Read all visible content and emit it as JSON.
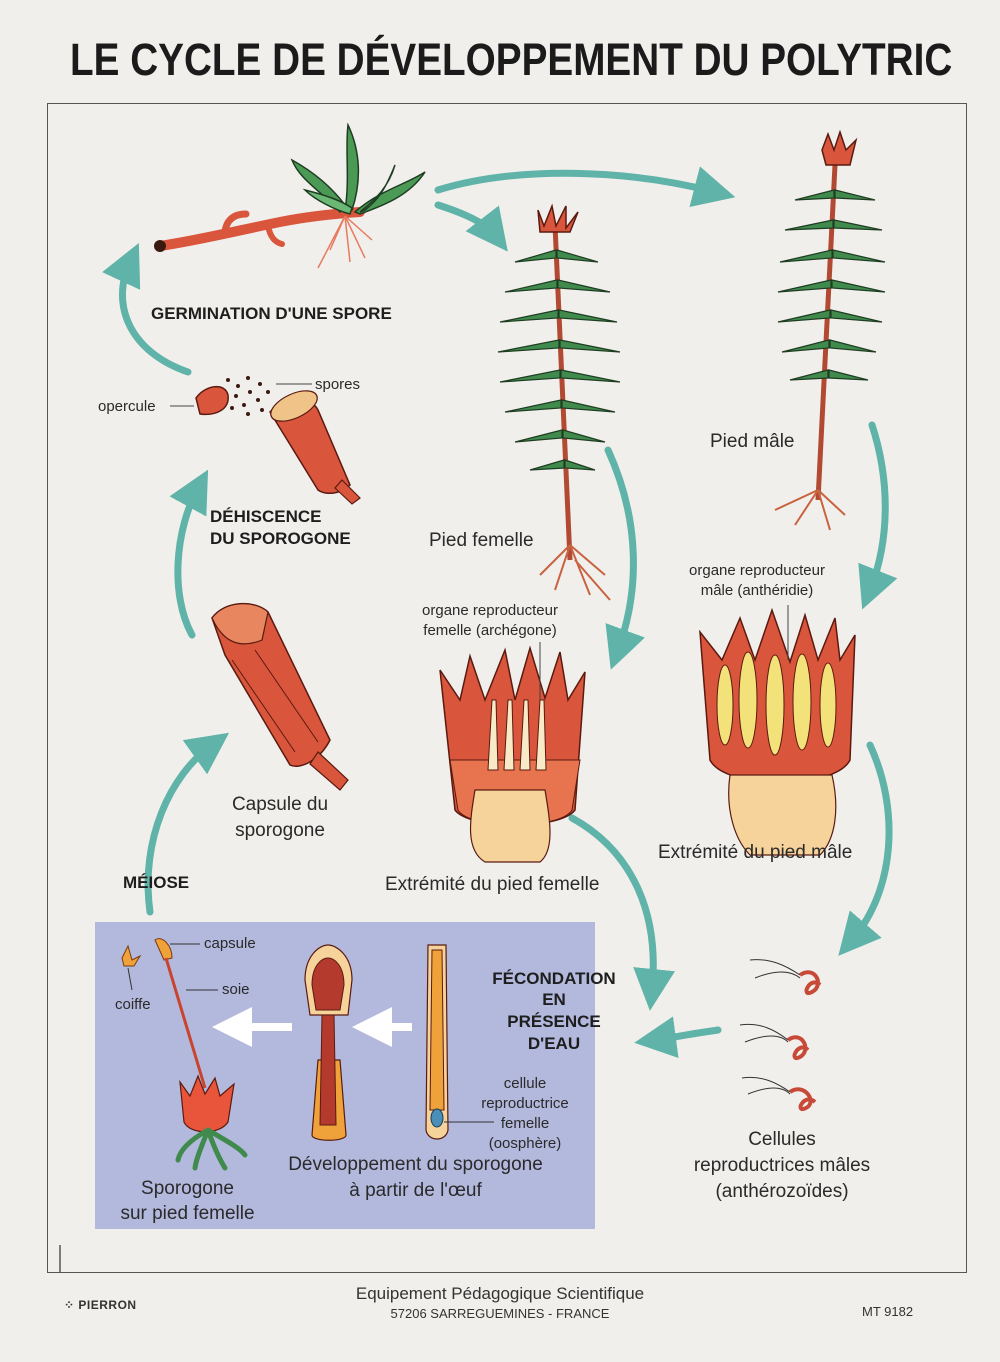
{
  "title": "LE CYCLE DE DÉVELOPPEMENT DU POLYTRIC",
  "labels": {
    "germination": "GERMINATION D'UNE SPORE",
    "spores": "spores",
    "opercule": "opercule",
    "dehiscence_1": "DÉHISCENCE",
    "dehiscence_2": "DU SPOROGONE",
    "pied_femelle": "Pied femelle",
    "pied_male": "Pied mâle",
    "organe_fem_1": "organe reproducteur",
    "organe_fem_2": "femelle (archégone)",
    "organe_male_1": "organe reproducteur",
    "organe_male_2": "mâle (anthéridie)",
    "capsule_1": "Capsule du",
    "capsule_2": "sporogone",
    "extremite_femelle": "Extrémité du pied femelle",
    "extremite_male": "Extrémité du pied mâle",
    "meiose": "MÉIOSE",
    "fecondation_1": "FÉCONDATION",
    "fecondation_2": "EN",
    "fecondation_3": "PRÉSENCE",
    "fecondation_4": "D'EAU",
    "cellules_1": "Cellules",
    "cellules_2": "reproductrices mâles",
    "cellules_3": "(anthérozoïdes)",
    "capsule_small": "capsule",
    "soie": "soie",
    "coiffe": "coiffe",
    "cellule_1": "cellule",
    "cellule_2": "reproductrice",
    "cellule_3": "femelle",
    "cellule_4": "(oosphère)",
    "sporogone_pied_1": "Sporogone",
    "sporogone_pied_2": "sur pied femelle",
    "developpement_1": "Développement du sporogone",
    "developpement_2": "à partir de l'œuf"
  },
  "footer": {
    "brand": "PIERRON",
    "line1": "Equipement Pédagogique Scientifique",
    "line2": "57206 SARREGUEMINES - FRANCE",
    "ref": "MT 9182"
  },
  "colors": {
    "arrow": "#5fb3a8",
    "tissue": "#d9553c",
    "leaf": "#3f8a4c",
    "inset": "#b3b9dd",
    "gamete": "#f3e27a"
  }
}
